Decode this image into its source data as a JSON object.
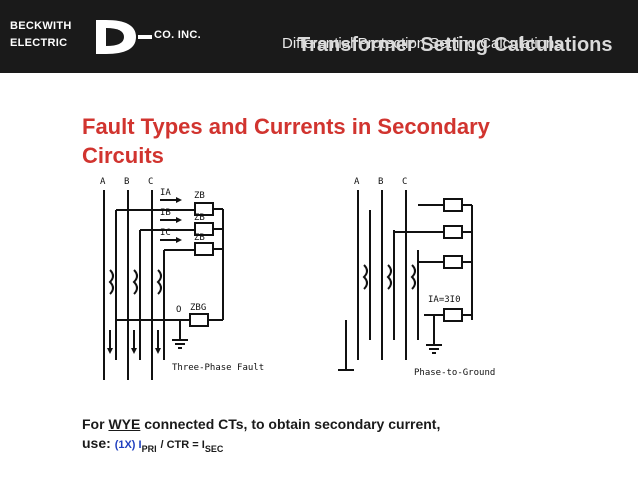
{
  "header": {
    "logo_line1": "BECKWITH",
    "logo_line2": "ELECTRIC",
    "logo_right": "CO. INC.",
    "subtitle": "Differential Protection Setting Calculations",
    "title": "Transformer Setting Calculations"
  },
  "slide": {
    "title": "Fault Types and Currents in Secondary Circuits"
  },
  "diagram1": {
    "phases": [
      "A",
      "B",
      "C"
    ],
    "currents": [
      "IA",
      "IB",
      "IC"
    ],
    "burden": "ZB",
    "ground_burden": "ZBG",
    "zero": "O",
    "caption": "Three-Phase Fault"
  },
  "diagram2": {
    "phases": [
      "A",
      "B",
      "C"
    ],
    "residual": "IA=3I0",
    "caption": "Phase-to-Ground"
  },
  "footer": {
    "line1_before": "For ",
    "line1_underlined": "WYE",
    "line1_after": " connected CTs, to obtain secondary current,",
    "line2_prefix": "use:",
    "formula_multiplier": "(1X) I",
    "formula_sub1": "PRI",
    "formula_mid": "/ CTR = I",
    "formula_sub2": "SEC"
  }
}
